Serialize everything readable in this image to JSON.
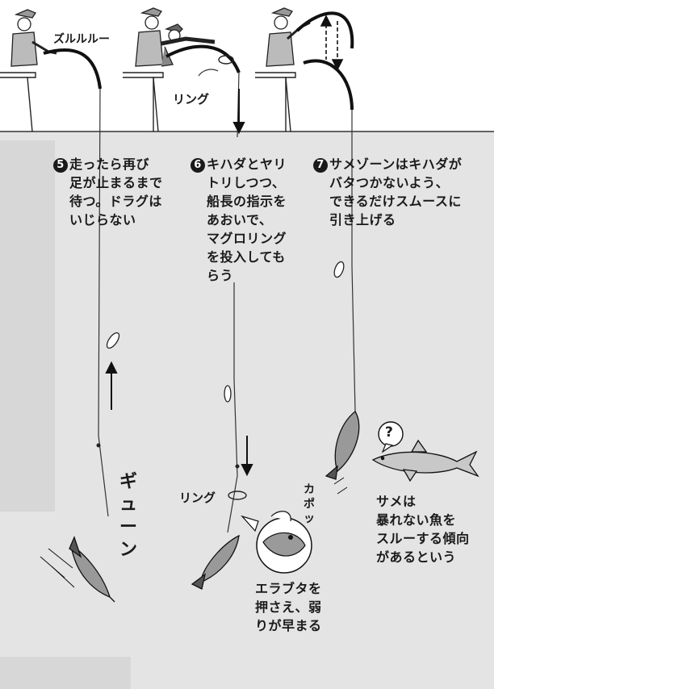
{
  "sound_zururu": "ズルルルー",
  "label_ring_top": "リング",
  "label_ring_bottom": "リング",
  "sound_gyuun": [
    "ギ",
    "ュ",
    "ー",
    "ン"
  ],
  "sound_kapo": [
    "カ",
    "ポ",
    "ッ"
  ],
  "question_mark": "?",
  "steps": [
    {
      "num": "5",
      "lines": [
        "走ったら再び",
        "足が止まるまで",
        "待つ。ドラグは",
        "いじらない"
      ]
    },
    {
      "num": "6",
      "lines": [
        "キハダとヤリ",
        "トリしつつ、",
        "船長の指示を",
        "あおいで、",
        "マグロリング",
        "を投入しても",
        "らう"
      ]
    },
    {
      "num": "7",
      "lines": [
        "サメゾーンはキハダが",
        "バタつかないよう、",
        "できるだけスムースに",
        "引き上げる"
      ]
    }
  ],
  "gill_note": [
    "エラブタを",
    "押さえ、弱",
    "りが早まる"
  ],
  "shark_note": [
    "サメは",
    "暴れない魚を",
    "スルーする傾向",
    "があるという"
  ]
}
